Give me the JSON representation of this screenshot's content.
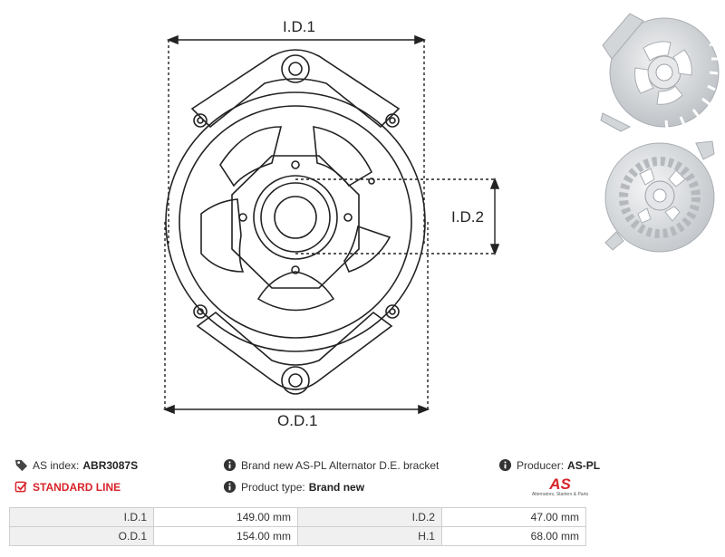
{
  "drawing": {
    "labels": {
      "id1": "I.D.1",
      "id2": "I.D.2",
      "od1": "O.D.1"
    },
    "line_color": "#222222"
  },
  "photos": [
    {
      "name": "bracket-photo-front",
      "color": "#dcdfe2"
    },
    {
      "name": "bracket-photo-back",
      "color": "#dcdfe2"
    }
  ],
  "info": {
    "as_index_label": "AS index:",
    "as_index_value": "ABR3087S",
    "line_label": "STANDARD LINE",
    "description": "Brand new AS-PL Alternator D.E. bracket",
    "product_type_label": "Product type:",
    "product_type_value": "Brand new",
    "producer_label": "Producer:",
    "producer_value": "AS-PL"
  },
  "logo": {
    "mark": "AS",
    "tagline": "Alternators, Starters & Parts"
  },
  "params": [
    {
      "label1": "I.D.1",
      "value1": "149.00 mm",
      "label2": "I.D.2",
      "value2": "47.00 mm"
    },
    {
      "label1": "O.D.1",
      "value1": "154.00 mm",
      "label2": "H.1",
      "value2": "68.00 mm"
    }
  ],
  "colors": {
    "accent_red": "#d8232a",
    "label_bg": "#f0f0f0",
    "border": "#cfcfcf"
  }
}
